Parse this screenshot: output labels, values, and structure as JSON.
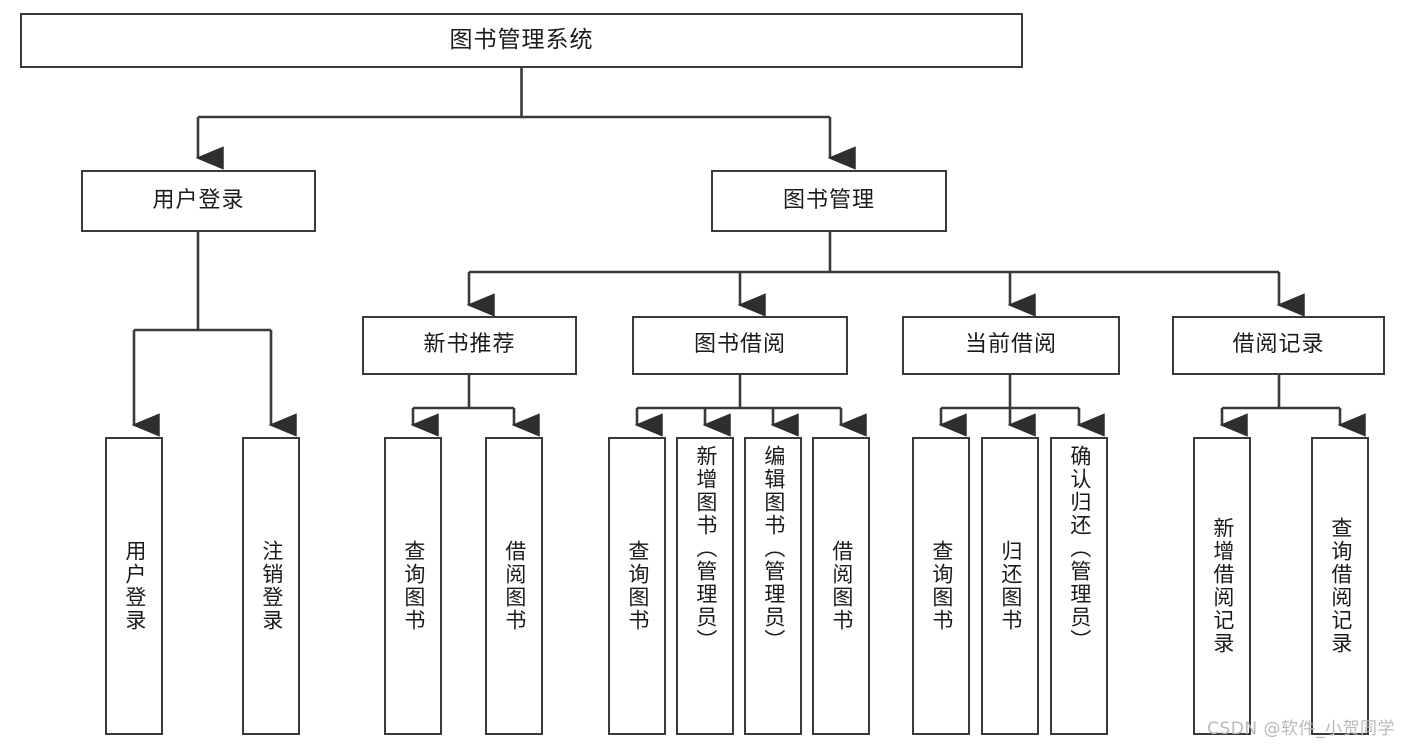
{
  "diagram": {
    "title": "图书管理系统",
    "type": "tree",
    "watermark": "CSDN @软件_小贺同学",
    "colors": {
      "box_border": "#3a3a3a",
      "box_fill": "#ffffff",
      "line": "#3a3a3a",
      "text": "#1b1b1b",
      "watermark": "#b9b9b9"
    },
    "root": {
      "label": "图书管理系统"
    },
    "level2": [
      {
        "id": "user-login",
        "label": "用户登录"
      },
      {
        "id": "book-management",
        "label": "图书管理"
      }
    ],
    "level3": [
      {
        "id": "new-book-recommend",
        "label": "新书推荐",
        "parent": "book-management"
      },
      {
        "id": "book-borrow",
        "label": "图书借阅",
        "parent": "book-management"
      },
      {
        "id": "current-borrow",
        "label": "当前借阅",
        "parent": "book-management"
      },
      {
        "id": "borrow-record",
        "label": "借阅记录",
        "parent": "book-management"
      }
    ],
    "leaves": {
      "user-login": [
        {
          "id": "leaf-user-login",
          "label": "用户登录"
        },
        {
          "id": "leaf-user-logout",
          "label": "注销登录"
        }
      ],
      "new-book-recommend": [
        {
          "id": "leaf-query-book-1",
          "label": "查询图书"
        },
        {
          "id": "leaf-borrow-book-1",
          "label": "借阅图书"
        }
      ],
      "book-borrow": [
        {
          "id": "leaf-query-book-2",
          "label": "查询图书"
        },
        {
          "id": "leaf-add-book",
          "label": "新增图书（管理员）"
        },
        {
          "id": "leaf-edit-book",
          "label": "编辑图书（管理员）"
        },
        {
          "id": "leaf-borrow-book-2",
          "label": "借阅图书"
        }
      ],
      "current-borrow": [
        {
          "id": "leaf-query-book-3",
          "label": "查询图书"
        },
        {
          "id": "leaf-return-book",
          "label": "归还图书"
        },
        {
          "id": "leaf-confirm-return",
          "label": "确认归还（管理员）"
        }
      ],
      "borrow-record": [
        {
          "id": "leaf-add-record",
          "label": "新增借阅记录"
        },
        {
          "id": "leaf-query-record",
          "label": "查询借阅记录"
        }
      ]
    }
  }
}
